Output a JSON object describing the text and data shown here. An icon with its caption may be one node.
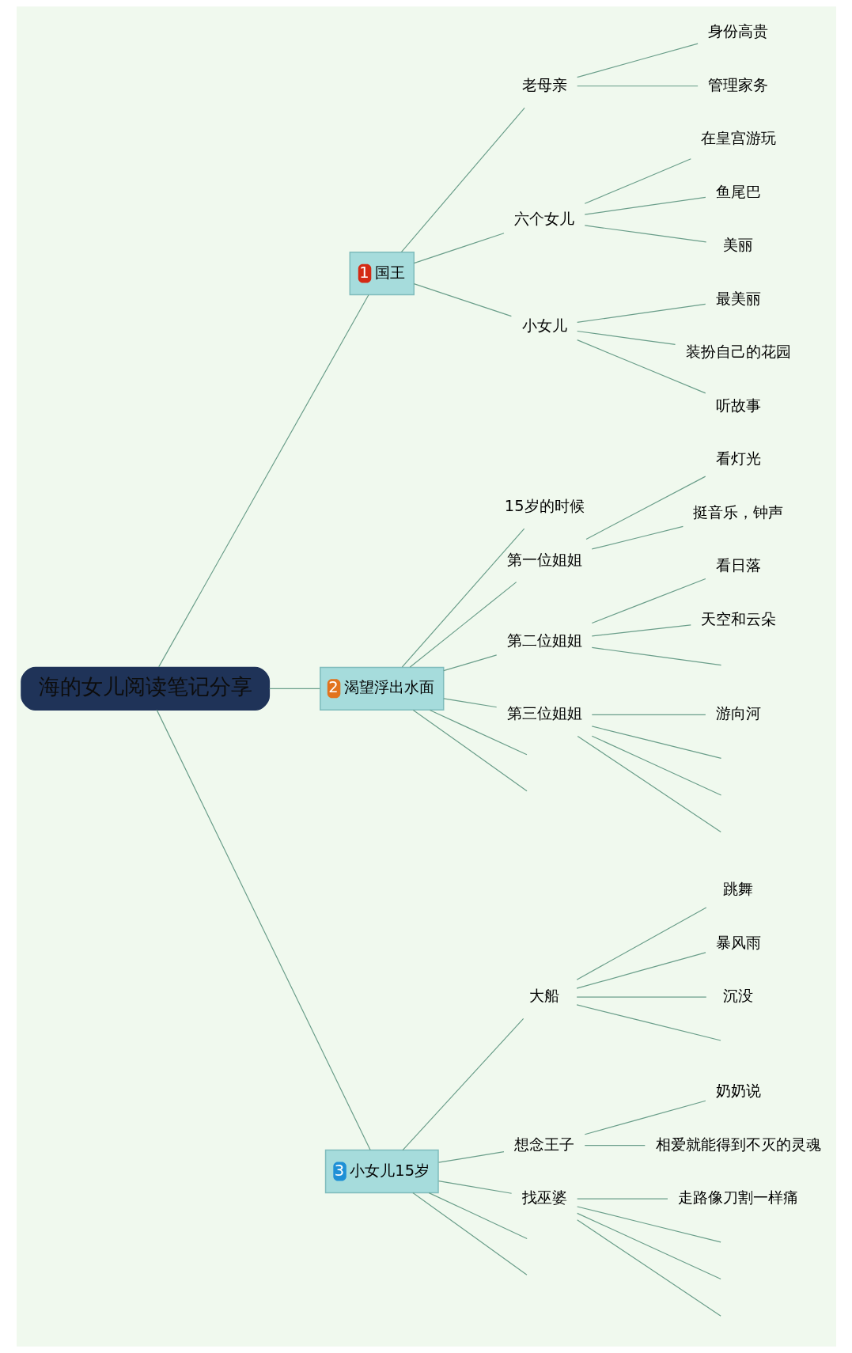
{
  "diagram": {
    "nodes": [
      {
        "text": [
          "海的女儿阅读笔记分享"
        ]
      },
      {
        "text": [
          "1",
          "国王"
        ]
      },
      {
        "text": [
          "老母亲"
        ]
      },
      {
        "text": [
          "身份高贵"
        ]
      },
      {
        "text": [
          "管理家务"
        ]
      },
      {
        "text": [
          "六个女儿"
        ]
      },
      {
        "text": [
          "在皇宫游玩"
        ]
      },
      {
        "text": [
          "鱼尾巴"
        ]
      },
      {
        "text": [
          "美丽"
        ]
      },
      {
        "text": [
          "小女儿"
        ]
      },
      {
        "text": [
          "最美丽"
        ]
      },
      {
        "text": [
          "装扮自己的花园"
        ]
      },
      {
        "text": [
          "听故事"
        ]
      },
      {
        "text": [
          "2",
          "渴望浮出水面"
        ]
      },
      {
        "text": [
          "15岁的时候"
        ]
      },
      {
        "text": [
          "第一位姐姐"
        ]
      },
      {
        "text": [
          "看灯光"
        ]
      },
      {
        "text": [
          "挺音乐，钟声"
        ]
      },
      {
        "text": [
          "第二位姐姐"
        ]
      },
      {
        "text": [
          "看日落"
        ]
      },
      {
        "text": [
          "天空和云朵"
        ]
      },
      {
        "text": [
          "第三位姐姐"
        ]
      },
      {
        "text": [
          "游向河"
        ]
      },
      {
        "text": [
          "3",
          "小女儿15岁"
        ]
      },
      {
        "text": [
          "大船"
        ]
      },
      {
        "text": [
          "跳舞"
        ]
      },
      {
        "text": [
          "暴风雨"
        ]
      },
      {
        "text": [
          "沉没"
        ]
      },
      {
        "text": [
          "想念王子"
        ]
      },
      {
        "text": [
          "奶奶说"
        ]
      },
      {
        "text": [
          "相爱就能得到不灭的灵魂"
        ]
      },
      {
        "text": [
          "找巫婆"
        ]
      },
      {
        "text": [
          "走路像刀割一样痛"
        ]
      }
    ],
    "edges": [
      {
        "from": 0,
        "to": 1,
        "arrow": "none"
      },
      {
        "from": 1,
        "to": 2,
        "arrow": "none"
      },
      {
        "from": 2,
        "to": 3,
        "arrow": "none"
      },
      {
        "from": 2,
        "to": 4,
        "arrow": "none"
      },
      {
        "from": 1,
        "to": 5,
        "arrow": "none"
      },
      {
        "from": 5,
        "to": 6,
        "arrow": "none"
      },
      {
        "from": 5,
        "to": 7,
        "arrow": "none"
      },
      {
        "from": 5,
        "to": 8,
        "arrow": "none"
      },
      {
        "from": 1,
        "to": 9,
        "arrow": "none"
      },
      {
        "from": 9,
        "to": 10,
        "arrow": "none"
      },
      {
        "from": 9,
        "to": 11,
        "arrow": "none"
      },
      {
        "from": 9,
        "to": 12,
        "arrow": "none"
      },
      {
        "from": 0,
        "to": 13,
        "arrow": "none"
      },
      {
        "from": 13,
        "to": 14,
        "arrow": "none"
      },
      {
        "from": 13,
        "to": 15,
        "arrow": "none"
      },
      {
        "from": 15,
        "to": 16,
        "arrow": "none"
      },
      {
        "from": 15,
        "to": 17,
        "arrow": "none"
      },
      {
        "from": 13,
        "to": 18,
        "arrow": "none"
      },
      {
        "from": 18,
        "to": 19,
        "arrow": "none"
      },
      {
        "from": 18,
        "to": 20,
        "arrow": "none"
      },
      {
        "from": 18,
        "to": null,
        "arrow": "none"
      },
      {
        "from": 13,
        "to": 21,
        "arrow": "none"
      },
      {
        "from": 21,
        "to": 22,
        "arrow": "none"
      },
      {
        "from": 21,
        "to": null,
        "arrow": "none"
      },
      {
        "from": 21,
        "to": null,
        "arrow": "none"
      },
      {
        "from": 21,
        "to": null,
        "arrow": "none"
      },
      {
        "from": 13,
        "to": null,
        "arrow": "none"
      },
      {
        "from": 13,
        "to": null,
        "arrow": "none"
      },
      {
        "from": 0,
        "to": 23,
        "arrow": "none"
      },
      {
        "from": 23,
        "to": 24,
        "arrow": "none"
      },
      {
        "from": 24,
        "to": 25,
        "arrow": "none"
      },
      {
        "from": 24,
        "to": 26,
        "arrow": "none"
      },
      {
        "from": 24,
        "to": 27,
        "arrow": "none"
      },
      {
        "from": 24,
        "to": null,
        "arrow": "none"
      },
      {
        "from": 23,
        "to": 28,
        "arrow": "none"
      },
      {
        "from": 28,
        "to": 29,
        "arrow": "none"
      },
      {
        "from": 28,
        "to": 30,
        "arrow": "none"
      },
      {
        "from": 23,
        "to": 31,
        "arrow": "none"
      },
      {
        "from": 31,
        "to": 32,
        "arrow": "none"
      },
      {
        "from": 31,
        "to": null,
        "arrow": "none"
      },
      {
        "from": 31,
        "to": null,
        "arrow": "none"
      },
      {
        "from": 31,
        "to": null,
        "arrow": "none"
      },
      {
        "from": 23,
        "to": null,
        "arrow": "none"
      },
      {
        "from": 23,
        "to": null,
        "arrow": "none"
      }
    ]
  }
}
